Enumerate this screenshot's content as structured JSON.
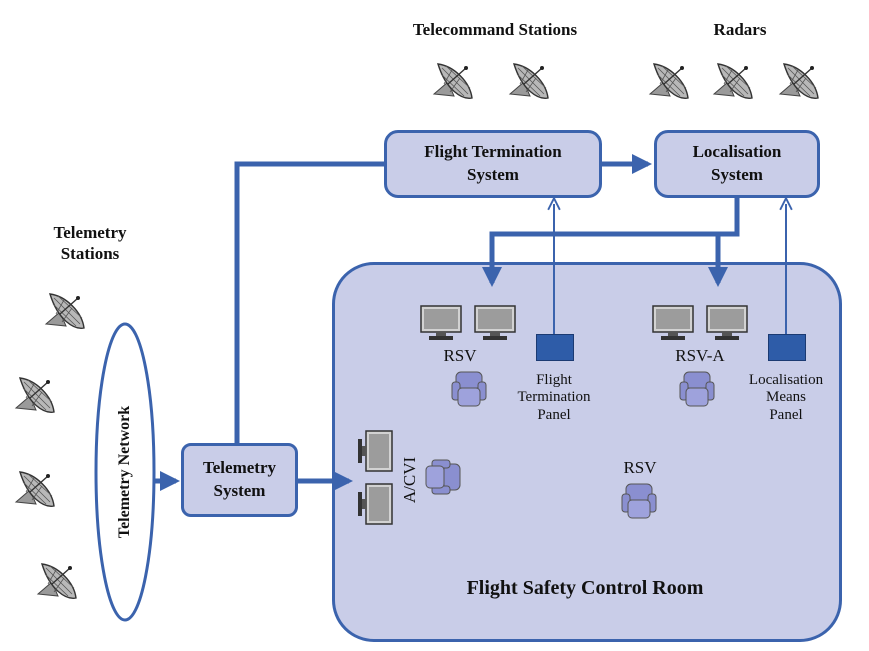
{
  "headers": {
    "telecommand": "Telecommand Stations",
    "radars": "Radars",
    "telemetry_stations": [
      "Telemetry",
      "Stations"
    ]
  },
  "boxes": {
    "flight_termination": [
      "Flight Termination",
      "System"
    ],
    "localisation": [
      "Localisation",
      "System"
    ],
    "telemetry_system": [
      "Telemetry",
      "System"
    ]
  },
  "network": "Telemetry Network",
  "room": {
    "title": "Flight Safety Control Room",
    "rsv_1": "RSV",
    "rsv_a": "RSV-A",
    "rsv_2": "RSV",
    "acvi": "A/CVI",
    "flight_panel": [
      "Flight",
      "Termination",
      "Panel"
    ],
    "localisation_panel": [
      "Localisation",
      "Means",
      "Panel"
    ]
  },
  "colors": {
    "line": "#3b63ad",
    "box_fill": "#c9cde8",
    "panel": "#2e5ca8",
    "chair": "#8a8fd0"
  },
  "icons": [
    "satellite-dish-icon",
    "monitor-icon",
    "chair-icon",
    "control-panel-icon"
  ]
}
